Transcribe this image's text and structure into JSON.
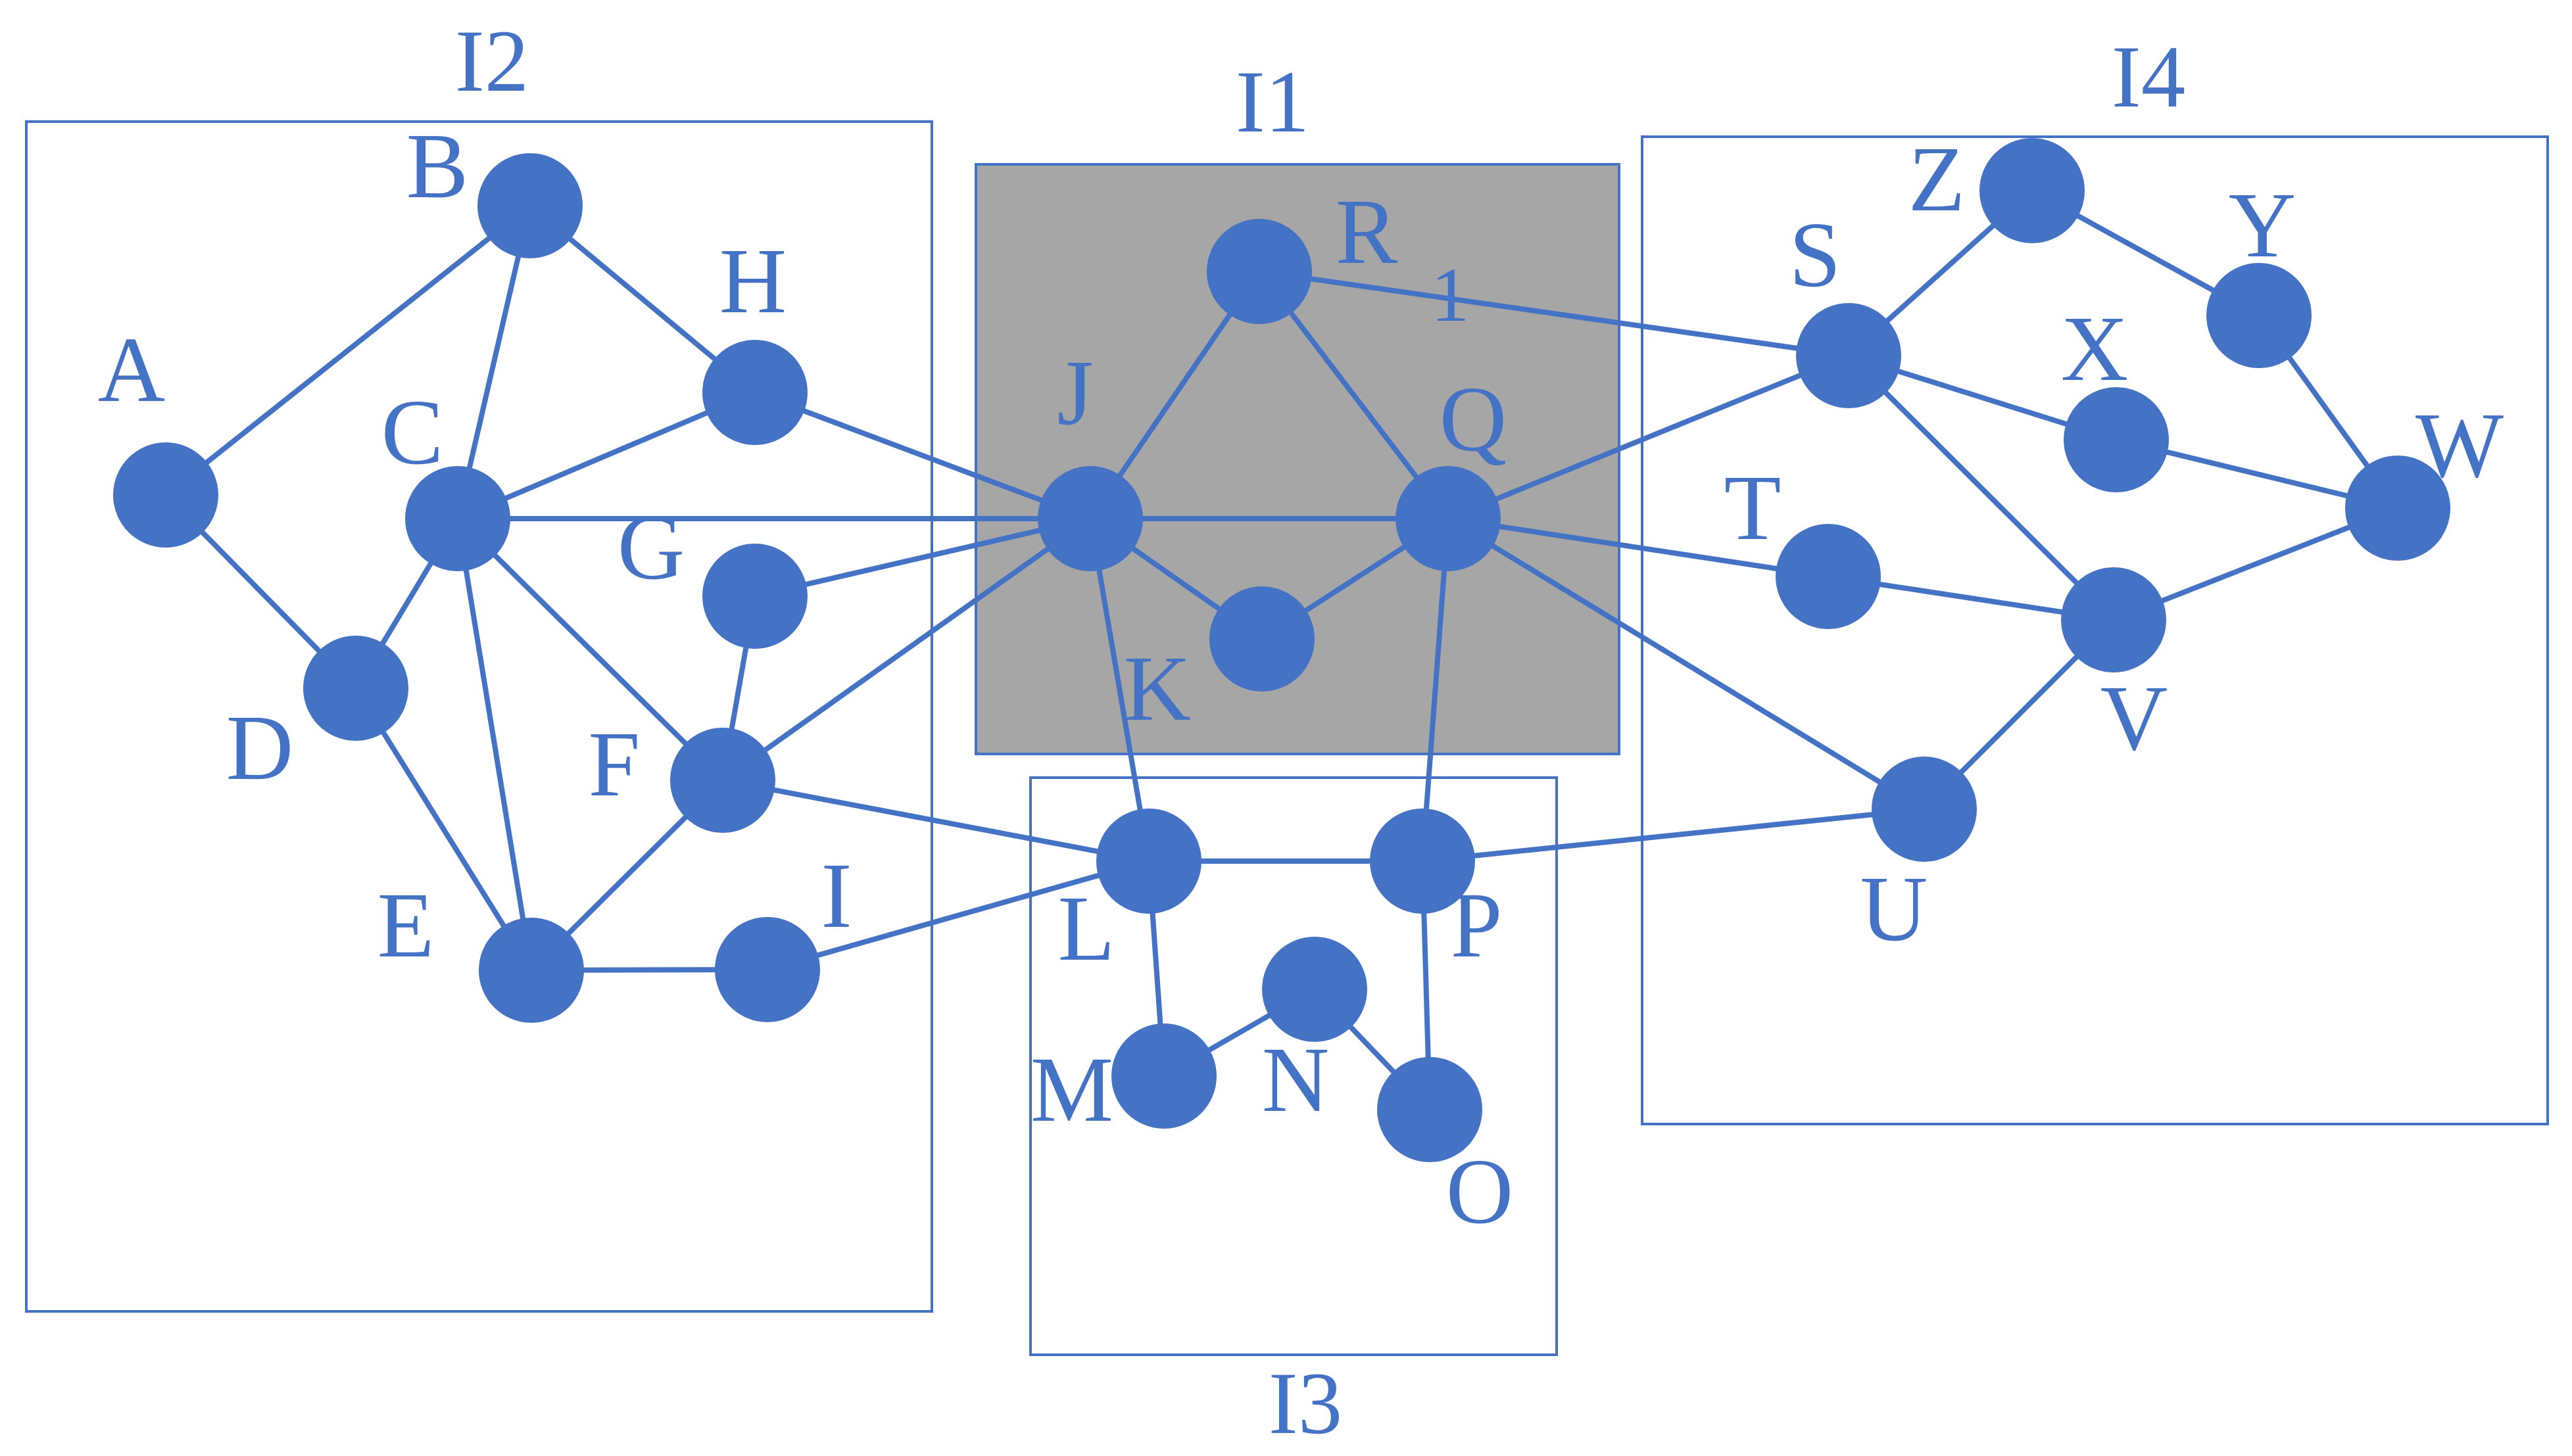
{
  "colors": {
    "accent": "#4472c4",
    "shaded_region": "#a6a6a6",
    "background": "#ffffff"
  },
  "regions": [
    {
      "id": "I2",
      "label": "I2",
      "shaded": false
    },
    {
      "id": "I1",
      "label": "I1",
      "shaded": true
    },
    {
      "id": "I3",
      "label": "I3",
      "shaded": false
    },
    {
      "id": "I4",
      "label": "I4",
      "shaded": false
    }
  ],
  "nodes": [
    {
      "id": "A",
      "label": "A"
    },
    {
      "id": "B",
      "label": "B"
    },
    {
      "id": "C",
      "label": "C"
    },
    {
      "id": "D",
      "label": "D"
    },
    {
      "id": "E",
      "label": "E"
    },
    {
      "id": "F",
      "label": "F"
    },
    {
      "id": "G",
      "label": "G"
    },
    {
      "id": "H",
      "label": "H"
    },
    {
      "id": "I",
      "label": "I"
    },
    {
      "id": "J",
      "label": "J"
    },
    {
      "id": "K",
      "label": "K"
    },
    {
      "id": "L",
      "label": "L"
    },
    {
      "id": "M",
      "label": "M"
    },
    {
      "id": "N",
      "label": "N"
    },
    {
      "id": "O",
      "label": "O"
    },
    {
      "id": "P",
      "label": "P"
    },
    {
      "id": "Q",
      "label": "Q"
    },
    {
      "id": "R",
      "label": "R"
    },
    {
      "id": "S",
      "label": "S"
    },
    {
      "id": "T",
      "label": "T"
    },
    {
      "id": "U",
      "label": "U"
    },
    {
      "id": "V",
      "label": "V"
    },
    {
      "id": "W",
      "label": "W"
    },
    {
      "id": "X",
      "label": "X"
    },
    {
      "id": "Y",
      "label": "Y"
    },
    {
      "id": "Z",
      "label": "Z"
    }
  ],
  "edges": [
    [
      "A",
      "B"
    ],
    [
      "A",
      "D"
    ],
    [
      "B",
      "C"
    ],
    [
      "B",
      "H"
    ],
    [
      "C",
      "H"
    ],
    [
      "C",
      "D"
    ],
    [
      "C",
      "E"
    ],
    [
      "C",
      "F"
    ],
    [
      "C",
      "J"
    ],
    [
      "D",
      "E"
    ],
    [
      "E",
      "F"
    ],
    [
      "E",
      "I"
    ],
    [
      "F",
      "G"
    ],
    [
      "F",
      "J"
    ],
    [
      "F",
      "L"
    ],
    [
      "G",
      "J"
    ],
    [
      "H",
      "J"
    ],
    [
      "I",
      "L"
    ],
    [
      "J",
      "R"
    ],
    [
      "J",
      "Q"
    ],
    [
      "J",
      "K"
    ],
    [
      "J",
      "L"
    ],
    [
      "K",
      "Q"
    ],
    [
      "R",
      "Q"
    ],
    [
      "R",
      "S"
    ],
    [
      "L",
      "M"
    ],
    [
      "L",
      "P"
    ],
    [
      "M",
      "N"
    ],
    [
      "N",
      "O"
    ],
    [
      "O",
      "P"
    ],
    [
      "P",
      "Q"
    ],
    [
      "P",
      "U"
    ],
    [
      "Q",
      "S"
    ],
    [
      "Q",
      "T"
    ],
    [
      "Q",
      "U"
    ],
    [
      "S",
      "Z"
    ],
    [
      "S",
      "X"
    ],
    [
      "S",
      "V"
    ],
    [
      "Z",
      "Y"
    ],
    [
      "Y",
      "W"
    ],
    [
      "X",
      "W"
    ],
    [
      "T",
      "V"
    ],
    [
      "U",
      "V"
    ],
    [
      "V",
      "W"
    ]
  ],
  "annotations": [
    {
      "text": "1"
    }
  ]
}
